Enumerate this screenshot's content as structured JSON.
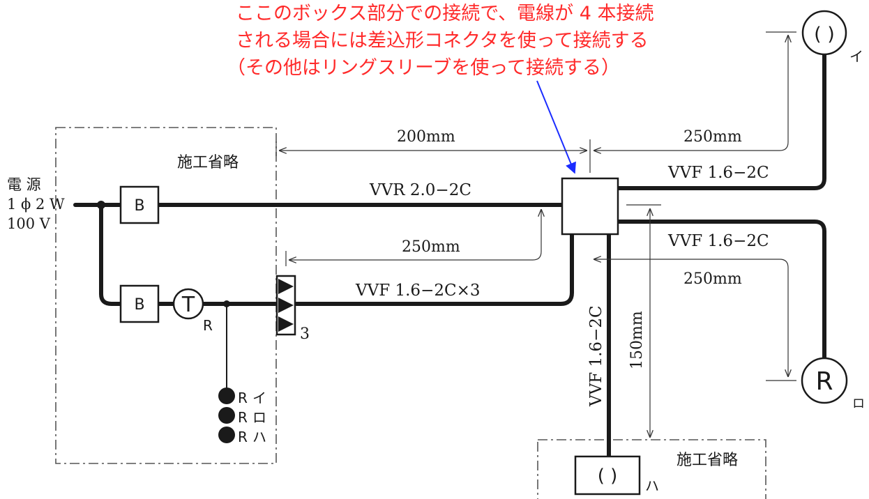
{
  "colors": {
    "annotation": "#ff2a2a",
    "arrow": "#1a2cff",
    "line": "#1a1a1a"
  },
  "annotation": {
    "lines": [
      "ここのボックス部分での接続で、電線が 4 本接続",
      "される場合には差込形コネクタを使って接続する",
      "（その他はリングスリーブを使って接続する）"
    ]
  },
  "source": {
    "line1": "電 源",
    "line2": "1 ϕ 2 W",
    "line3": "100 V"
  },
  "omitted": {
    "left": "施工省略",
    "bottom": "施工省略"
  },
  "breakers": {
    "top": "B",
    "bottom": "B"
  },
  "timer": {
    "symbol": "T",
    "sub": "R"
  },
  "remote_switches": [
    {
      "symbol": "R",
      "tag": "イ"
    },
    {
      "symbol": "R",
      "tag": "ロ"
    },
    {
      "symbol": "R",
      "tag": "ハ"
    }
  ],
  "relay_count": "3",
  "cables": {
    "main": "VVR 2.0−2C",
    "relay": "VVF 1.6−2C×3",
    "to_i": "VVF 1.6−2C",
    "to_ro": "VVF 1.6−2C",
    "to_ha": "VVF 1.6−2C"
  },
  "dimensions": {
    "d200": "200mm",
    "d250_left": "250mm",
    "d250_top": "250mm",
    "d250_right": "250mm",
    "d150": "150mm"
  },
  "lamps": {
    "i": {
      "symbol": "( )",
      "tag": "イ"
    },
    "ro": {
      "symbol": "R",
      "tag": "ロ"
    },
    "ha": {
      "symbol": "( )",
      "tag": "ハ"
    }
  }
}
